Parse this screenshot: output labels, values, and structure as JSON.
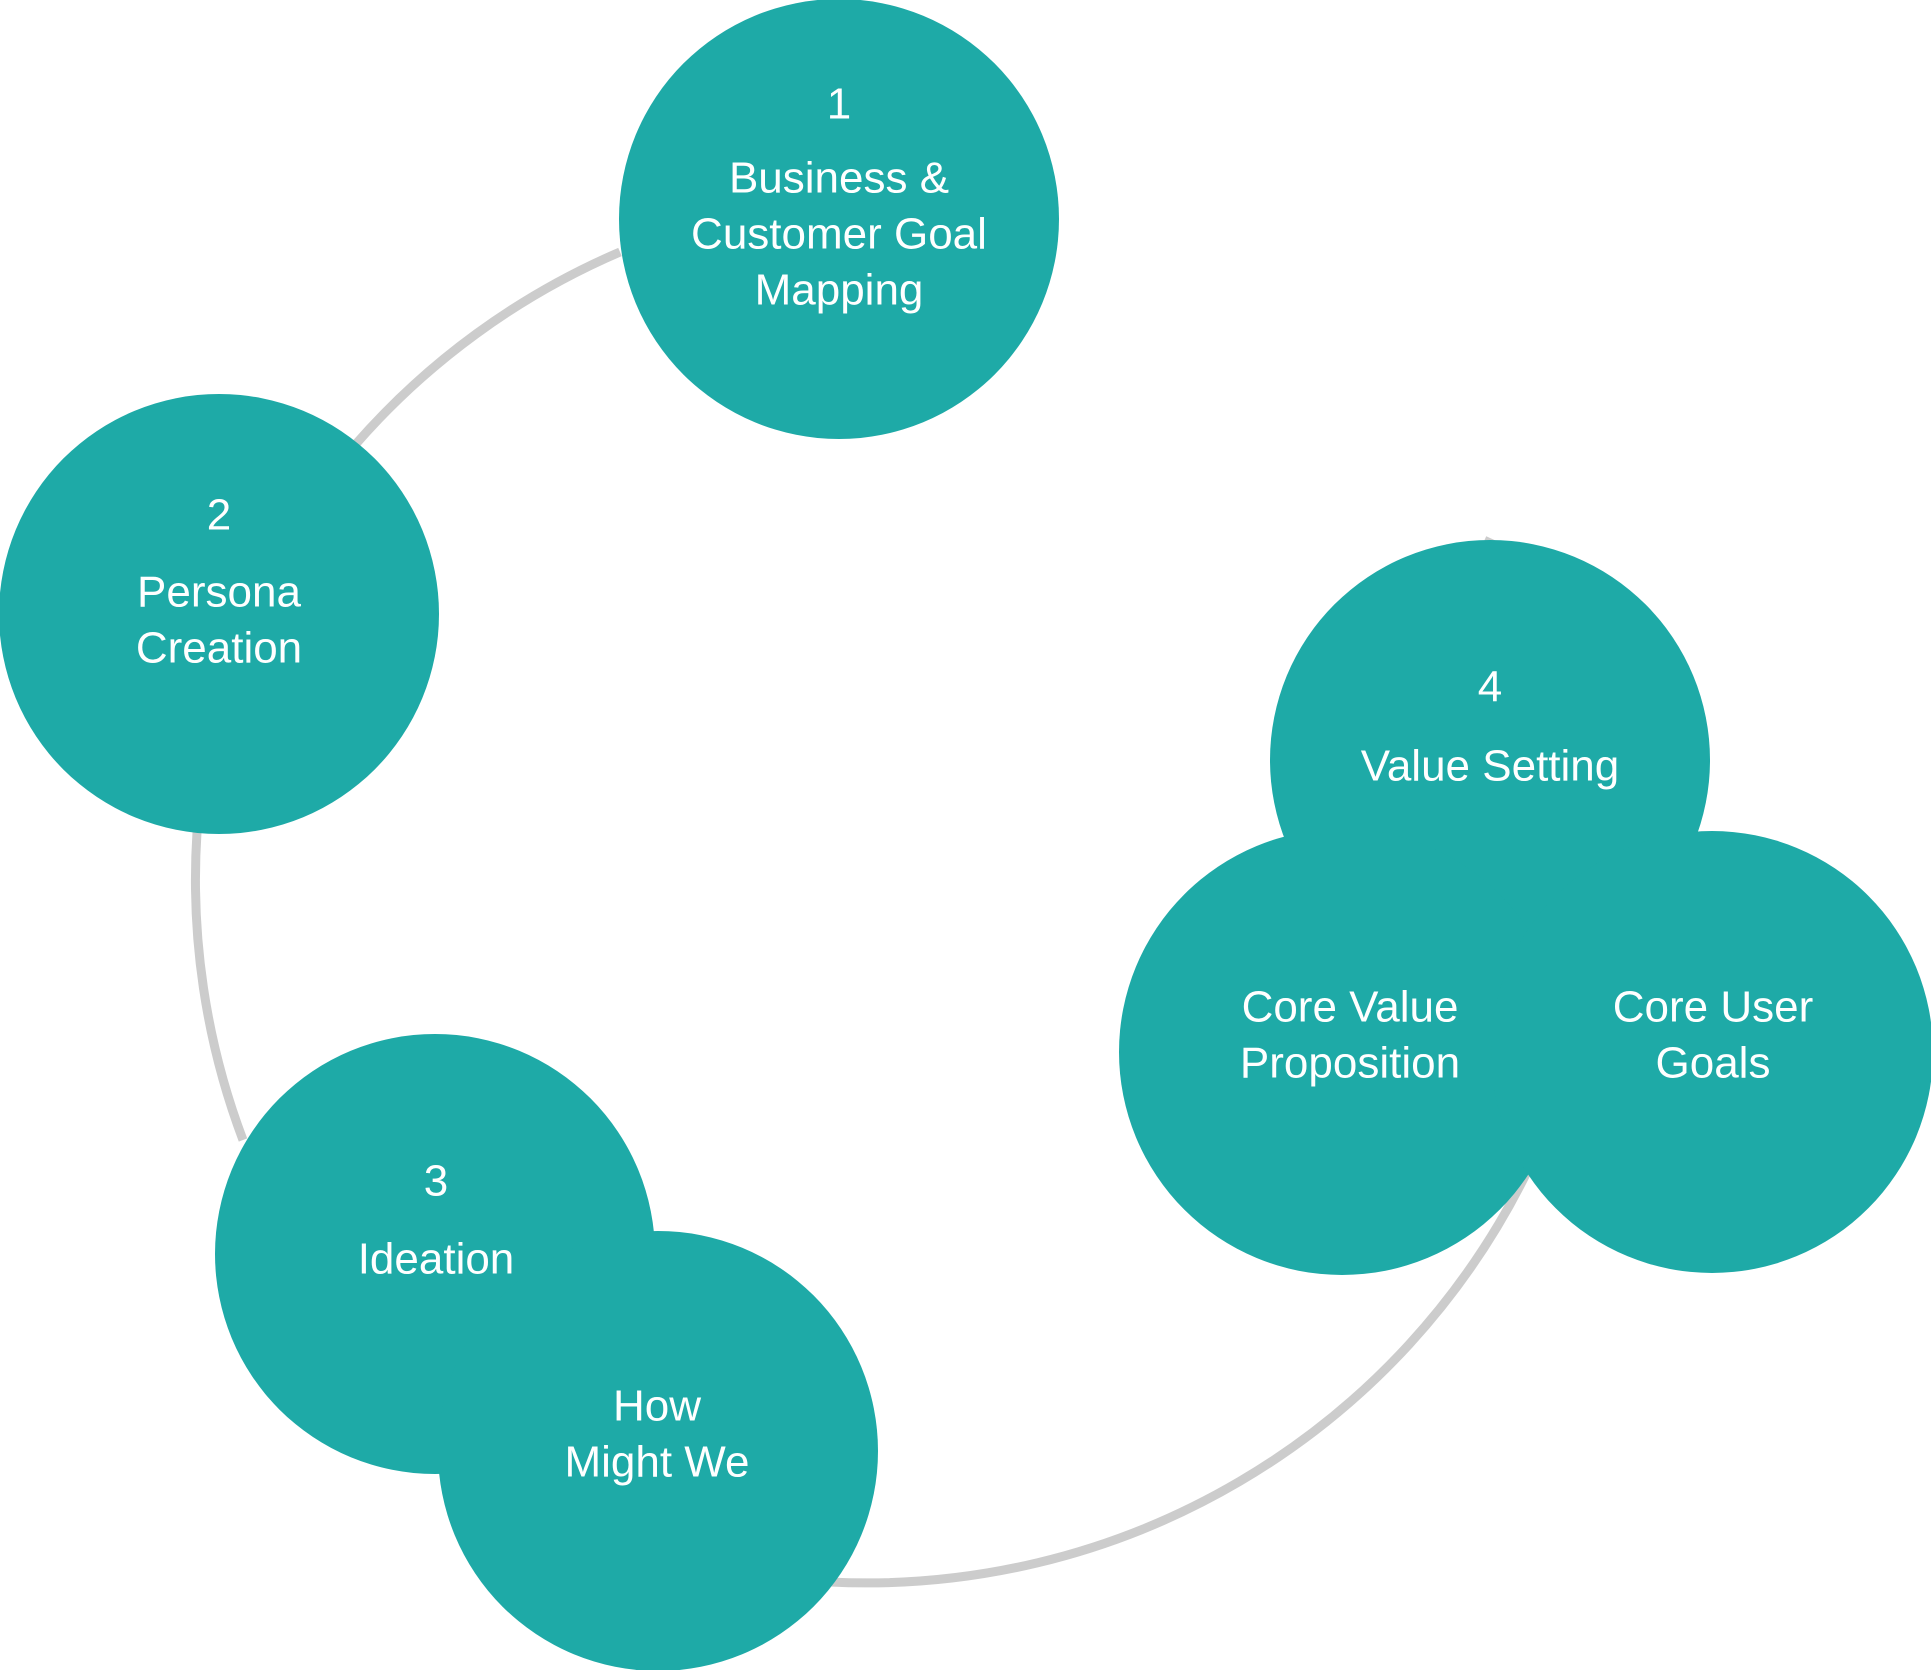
{
  "diagram": {
    "type": "cycle",
    "colors": {
      "node_fill": "#1eaaa7",
      "ring_stroke": "#cccccc",
      "text": "#ffffff",
      "background": "#ffffff"
    },
    "steps": [
      {
        "number": "1",
        "label_lines": [
          "Business &",
          "Customer Goal",
          "Mapping"
        ]
      },
      {
        "number": "2",
        "label_lines": [
          "Persona",
          "Creation"
        ]
      },
      {
        "number": "3",
        "label_lines": [
          "Ideation"
        ],
        "sub_nodes": [
          {
            "label_lines": [
              "How",
              "Might We"
            ]
          }
        ]
      },
      {
        "number": "4",
        "label_lines": [
          "Value Setting"
        ],
        "sub_nodes": [
          {
            "label_lines": [
              "Core Value",
              "Proposition"
            ]
          },
          {
            "label_lines": [
              "Core User",
              "Goals"
            ]
          }
        ]
      }
    ]
  }
}
